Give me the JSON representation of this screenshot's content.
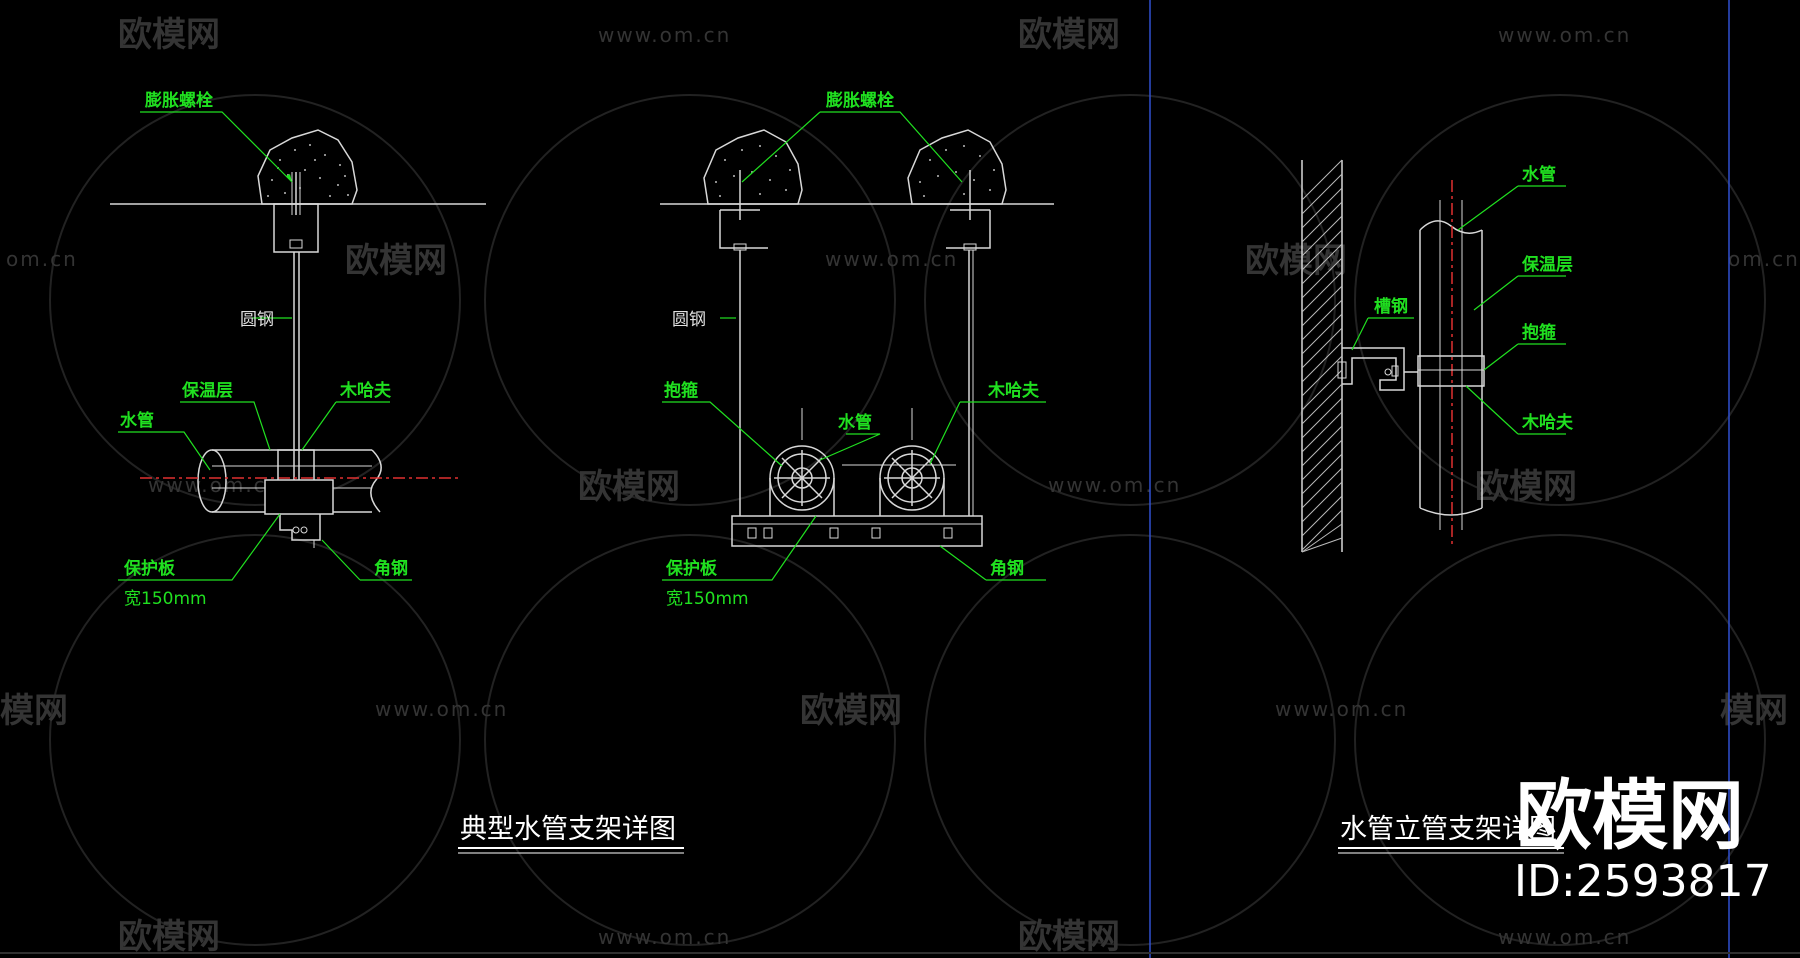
{
  "watermark": {
    "brand": "欧模网",
    "url": "www.om.cn",
    "url_partial": "om.cn",
    "brand_partial": "模网"
  },
  "drawing_typical": {
    "title": "典型水管支架详图",
    "expansion_bolt": "膨胀螺栓",
    "round_steel": "圆钢",
    "insulation": "保温层",
    "wood_clamp": "木哈夫",
    "water_pipe": "水管",
    "protection_plate": "保护板",
    "width_note": "宽150mm",
    "angle_steel": "角钢"
  },
  "drawing_double": {
    "expansion_bolt": "膨胀螺栓",
    "round_steel": "圆钢",
    "hoop": "抱箍",
    "water_pipe": "水管",
    "wood_clamp": "木哈夫",
    "protection_plate": "保护板",
    "width_note": "宽150mm",
    "angle_steel": "角钢"
  },
  "drawing_riser": {
    "title": "水管立管支架详图",
    "water_pipe": "水管",
    "insulation": "保温层",
    "channel_steel": "槽钢",
    "hoop": "抱箍",
    "wood_clamp": "木哈夫"
  },
  "brand_corner": {
    "name": "欧模网",
    "id": "ID:2593817"
  }
}
